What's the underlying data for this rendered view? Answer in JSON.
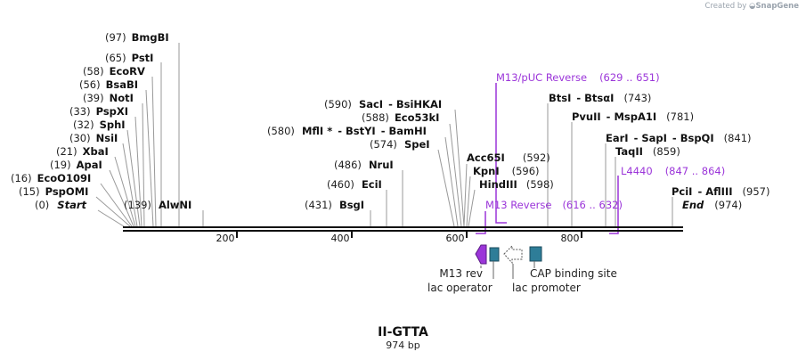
{
  "credit": {
    "prefix": "Created by",
    "brand": "SnapGene"
  },
  "construct": {
    "name": "II-GTTA",
    "length": "974 bp"
  },
  "ruler": {
    "ticks": [
      "200",
      "400",
      "600",
      "800"
    ]
  },
  "sites": [
    {
      "pos": "(97)",
      "name": "BmgBI"
    },
    {
      "pos": "(65)",
      "name": "PstI"
    },
    {
      "pos": "(58)",
      "name": "EcoRV"
    },
    {
      "pos": "(56)",
      "name": "BsaBI"
    },
    {
      "pos": "(39)",
      "name": "NotI"
    },
    {
      "pos": "(33)",
      "name": "PspXI"
    },
    {
      "pos": "(32)",
      "name": "SphI"
    },
    {
      "pos": "(30)",
      "name": "NsiI"
    },
    {
      "pos": "(21)",
      "name": "XbaI"
    },
    {
      "pos": "(19)",
      "name": "ApaI"
    },
    {
      "pos": "(16)",
      "name": "EcoO109I"
    },
    {
      "pos": "(15)",
      "name": "PspOMI"
    },
    {
      "pos": "(0)",
      "name": "Start"
    },
    {
      "pos": "(139)",
      "name": "AlwNI"
    },
    {
      "pos": "(590)",
      "name": "SacI",
      "name2": "BsiHKAI"
    },
    {
      "pos": "(588)",
      "name": "Eco53kI"
    },
    {
      "pos": "(580)",
      "name": "MflI *",
      "name2": "BstYI",
      "name3": "BamHI"
    },
    {
      "pos": "(574)",
      "name": "SpeI"
    },
    {
      "pos": "(486)",
      "name": "NruI"
    },
    {
      "pos": "(460)",
      "name": "EciI"
    },
    {
      "pos": "(431)",
      "name": "BsgI"
    },
    {
      "name": "Acc65I",
      "pos": "(592)"
    },
    {
      "name": "KpnI",
      "pos": "(596)"
    },
    {
      "name": "HindIII",
      "pos": "(598)"
    },
    {
      "name": "BtsI",
      "name2": "BtsαI",
      "pos": "(743)"
    },
    {
      "name": "PvuII",
      "name2": "MspA1I",
      "pos": "(781)"
    },
    {
      "name": "EarI",
      "name2": "SapI",
      "name3": "BspQI",
      "pos": "(841)"
    },
    {
      "name": "TaqII",
      "pos": "(859)"
    },
    {
      "name": "PciI",
      "name2": "AflIII",
      "pos": "(957)"
    },
    {
      "name": "End",
      "pos": "(974)"
    }
  ],
  "primers": [
    {
      "name": "M13/pUC Reverse",
      "range": "(629 .. 651)"
    },
    {
      "name": "M13 Reverse",
      "range": "(616 .. 632)"
    },
    {
      "name": "L4440",
      "range": "(847 .. 864)"
    }
  ],
  "features": [
    {
      "label": "M13 rev"
    },
    {
      "label": "lac operator"
    },
    {
      "label": "lac promoter"
    },
    {
      "label": "CAP binding site"
    }
  ],
  "colors": {
    "primer": "#9b35d9",
    "operator": "#2e7d98",
    "promoter": "#ffffff",
    "m13rev": "#9b35d9"
  }
}
